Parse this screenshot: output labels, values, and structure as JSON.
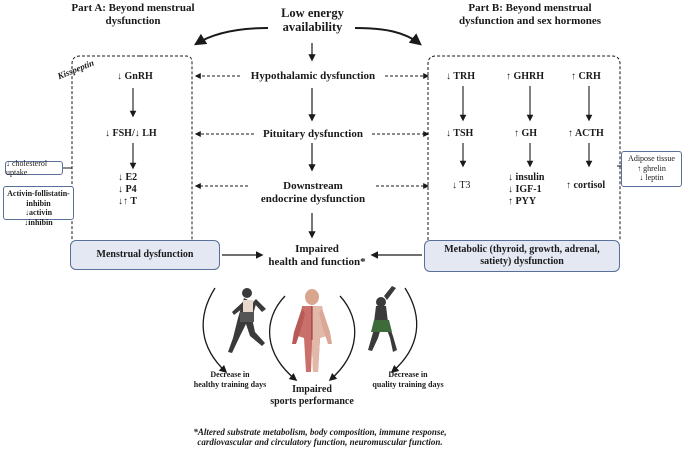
{
  "title": {
    "line1": "Low energy",
    "line2": "availability"
  },
  "partA": {
    "line1": "Part A: Beyond menstrual",
    "line2": "dysfunction"
  },
  "partB": {
    "line1": "Part  B: Beyond menstrual",
    "line2": "dysfunction and sex hormones"
  },
  "center": {
    "hypothalamic": "Hypothalamic dysfunction",
    "pituitary": "Pituitary dysfunction",
    "downstream1": "Downstream",
    "downstream2": "endocrine dysfunction",
    "impaired1": "Impaired",
    "impaired2": "health and function*"
  },
  "left": {
    "kisspeptin": "Kisspeptin",
    "gnrh": "↓ GnRH",
    "fshlh": "↓ FSH/↓ LH",
    "e2": "↓ E2",
    "p4": "↓ P4",
    "t": "↓↑ T",
    "cholesterol": "↓ cholesterol uptake",
    "activin_title": "Activin-follistatin-inhibin",
    "activin": "↓activin",
    "inhibin": "↓inhibin",
    "menstrual_box": "Menstrual dysfunction"
  },
  "right": {
    "trh": "↓ TRH",
    "ghrh": "↑ GHRH",
    "crh": "↑ CRH",
    "tsh": "↓ TSH",
    "gh": "↑ GH",
    "acth": "↑ ACTH",
    "t3": "↓ T3",
    "insulin": "↓ insulin",
    "igf": "↓ IGF-1",
    "pyy": "↑ PYY",
    "cortisol": "↑ cortisol",
    "adipose_title": "Adipose tissue",
    "ghrelin": "↑ ghrelin",
    "leptin": "↓ leptin",
    "metabolic_line1": "Metabolic (thyroid, growth, adrenal,",
    "metabolic_line2": "satiety) dysfunction"
  },
  "bottom": {
    "left1": "Decrease in",
    "left2": "healthy training days",
    "right1": "Decrease in",
    "right2": "quality training days",
    "sports1": "Impaired",
    "sports2": "sports performance",
    "footnote1": "*Altered substrate metabolism, body composition, immune response,",
    "footnote2": "cardiovascular and circulatory function, neuromuscular function."
  },
  "colors": {
    "box_fill": "#e3e8f3",
    "box_border": "#5a6f9a",
    "line": "#1a1a1a"
  }
}
